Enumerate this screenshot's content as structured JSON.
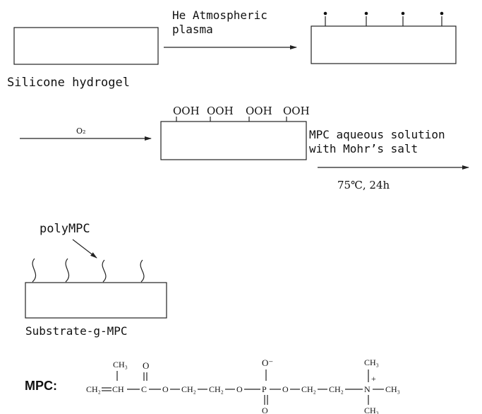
{
  "stage1": {
    "substrate_label": "Silicone hydrogel",
    "process_line1": "He Atmospheric",
    "process_line2": "plasma"
  },
  "stage2": {
    "reagent": "O₂",
    "groups": [
      "OOH",
      "OOH",
      "OOH",
      "OOH"
    ],
    "condition_line1": "MPC aqueous solution",
    "condition_line2": "with Mohr’s salt",
    "condition_line3": "75℃, 24h"
  },
  "stage3": {
    "brush_label": "polyMPC",
    "product_label": "Substrate-g-MPC"
  },
  "mpc_structure": {
    "label": "MPC:",
    "chain": [
      "CH₂",
      "CH",
      "C",
      "O",
      "CH₂",
      "CH₂",
      "O",
      "P",
      "O",
      "CH₂",
      "CH₂",
      "N",
      "CH₃"
    ],
    "methyl_top_left": "CH₃",
    "carbonyl_o": "O",
    "phosphate_o_top": "O⁻",
    "phosphate_o_bottom": "O",
    "n_methyl_top": "CH₃",
    "n_methyl_bottom": "CH₃",
    "charge": "+"
  },
  "colors": {
    "ink": "#111111",
    "background": "#ffffff"
  }
}
